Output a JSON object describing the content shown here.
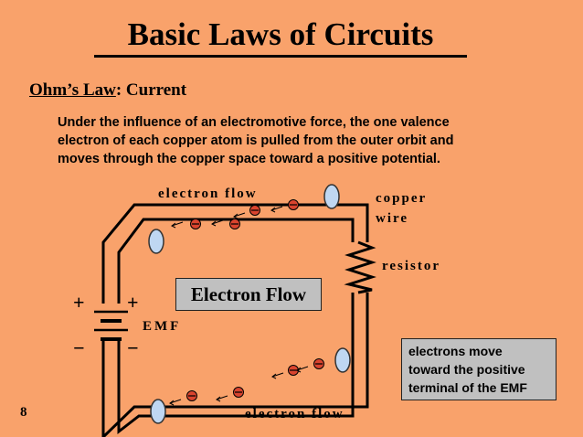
{
  "slide": {
    "title": "Basic Laws of Circuits",
    "subtitle_law": "Ohm’s Law",
    "subtitle_rest": ":  Current",
    "intro_lines": [
      "Under the influence of an electromotive force, the one valence",
      "electron of each copper atom is pulled from the outer orbit and",
      "moves through the copper space toward a positive potential."
    ],
    "page_number": "8"
  },
  "diagram": {
    "label_electron_flow_top": "electron flow",
    "label_electron_flow_bottom": "electron flow",
    "label_copper": "copper",
    "label_wire": "wire",
    "label_resistor": "resistor",
    "label_emf": "EMF",
    "plus_sign": "+",
    "minus_sign": "−",
    "electron_symbol": "⊖",
    "flow_box_text": "Electron Flow",
    "note_lines": [
      "electrons move",
      "toward the positive",
      "terminal of the EMF"
    ]
  },
  "colors": {
    "background": "#F9A26B",
    "wire": "#000000",
    "ellipse_fill": "#BFD7F2",
    "box_fill": "#C0C0C0",
    "electron_fill": "#D9442E"
  }
}
